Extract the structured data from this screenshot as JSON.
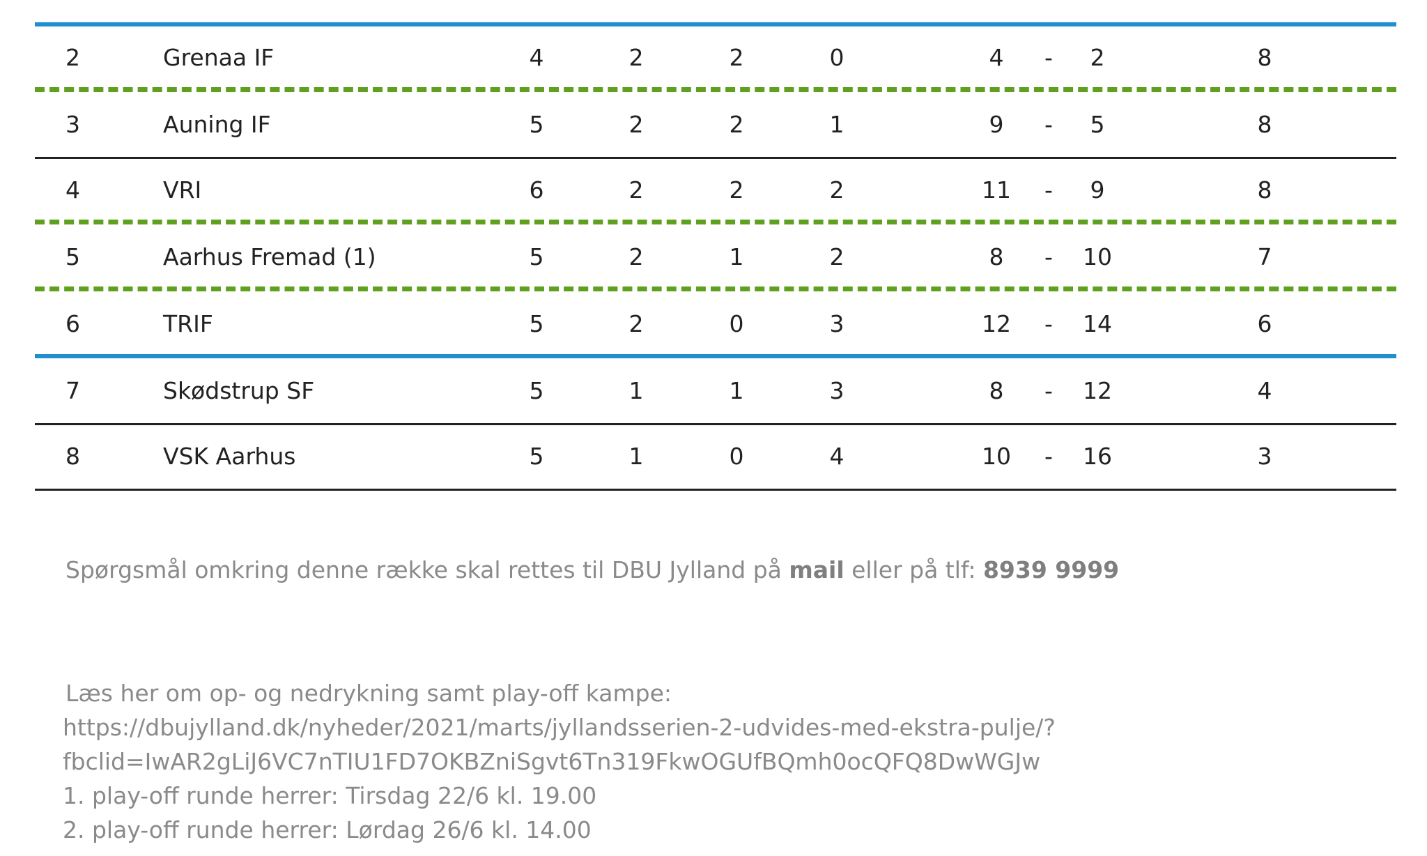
{
  "colors": {
    "blue_rule": "#1f8fd0",
    "green_dashed": "#5fa01f",
    "dark_rule": "#222222",
    "text": "#222222",
    "info_text": "#8a8a8a"
  },
  "table": {
    "rows": [
      {
        "pos": "2",
        "team": "Grenaa IF",
        "k": "4",
        "v": "2",
        "u": "2",
        "t": "0",
        "gf": "4",
        "dash": "-",
        "ga": "2",
        "pts": "8",
        "sep": "dashed"
      },
      {
        "pos": "3",
        "team": "Auning IF",
        "k": "5",
        "v": "2",
        "u": "2",
        "t": "1",
        "gf": "9",
        "dash": "-",
        "ga": "5",
        "pts": "8",
        "sep": "solid"
      },
      {
        "pos": "4",
        "team": "VRI",
        "k": "6",
        "v": "2",
        "u": "2",
        "t": "2",
        "gf": "11",
        "dash": "-",
        "ga": "9",
        "pts": "8",
        "sep": "dashed"
      },
      {
        "pos": "5",
        "team": "Aarhus Fremad (1)",
        "k": "5",
        "v": "2",
        "u": "1",
        "t": "2",
        "gf": "8",
        "dash": "-",
        "ga": "10",
        "pts": "7",
        "sep": "dashed"
      },
      {
        "pos": "6",
        "team": "TRIF",
        "k": "5",
        "v": "2",
        "u": "0",
        "t": "3",
        "gf": "12",
        "dash": "-",
        "ga": "14",
        "pts": "6",
        "sep": "blue"
      },
      {
        "pos": "7",
        "team": "Skødstrup SF",
        "k": "5",
        "v": "1",
        "u": "1",
        "t": "3",
        "gf": "8",
        "dash": "-",
        "ga": "12",
        "pts": "4",
        "sep": "solid"
      },
      {
        "pos": "8",
        "team": "VSK Aarhus",
        "k": "5",
        "v": "1",
        "u": "0",
        "t": "4",
        "gf": "10",
        "dash": "-",
        "ga": "16",
        "pts": "3",
        "sep": "solid"
      }
    ]
  },
  "contact": {
    "text_before": "Spørgsmål omkring denne række skal rettes til DBU Jylland på ",
    "mail_link": "mail",
    "text_middle": " eller på tlf: ",
    "phone": "8939 9999"
  },
  "note": {
    "line1": "Læs her om op- og nedrykning samt play-off kampe:",
    "link_line1": "https://dbujylland.dk/nyheder/2021/marts/jyllandsserien-2-udvides-med-ekstra-pulje/?",
    "link_line2": "fbclid=IwAR2gLiJ6VC7nTIU1FD7OKBZniSgvt6Tn319FkwOGUfBQmh0ocQFQ8DwWGJw",
    "line4": "1. play-off runde herrer: Tirsdag 22/6 kl. 19.00",
    "line5": "2. play-off runde herrer: Lørdag 26/6 kl. 14.00"
  }
}
